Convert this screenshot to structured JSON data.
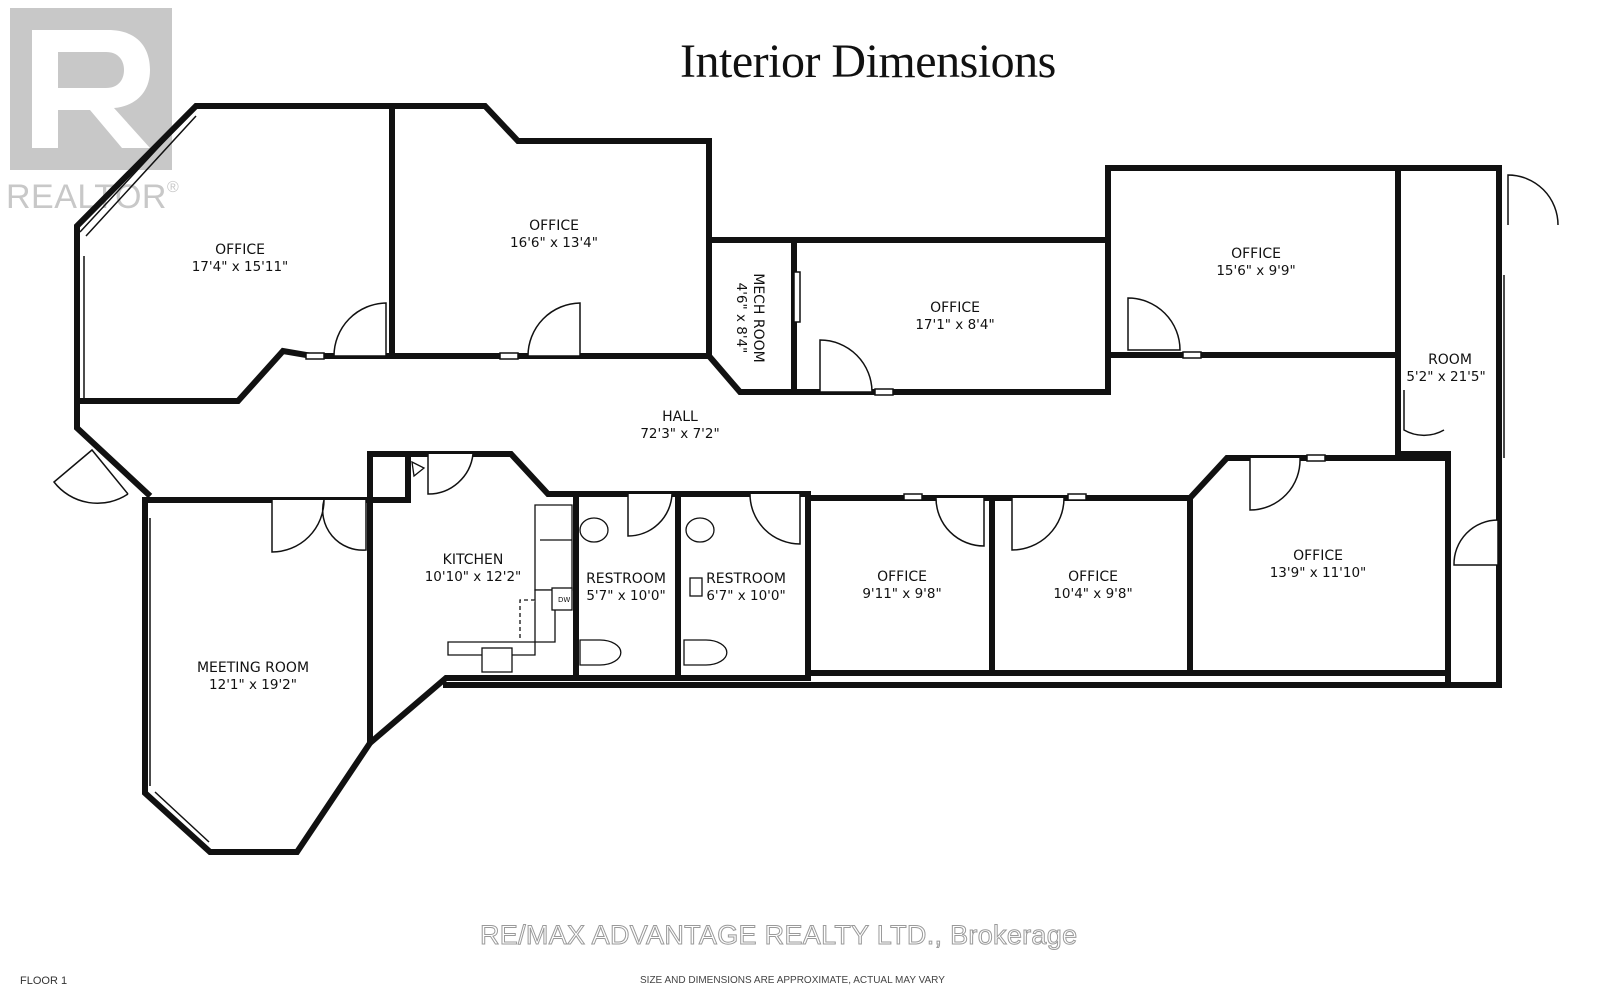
{
  "title": "Interior Dimensions",
  "logo": {
    "text": "REALTOR",
    "mark": "®"
  },
  "rooms": {
    "office_a": {
      "name": "OFFICE",
      "dims": "17'4\" x 15'11\""
    },
    "office_b": {
      "name": "OFFICE",
      "dims": "16'6\" x 13'4\""
    },
    "mech": {
      "name": "MECH ROOM",
      "dims": "4'6\" x 8'4\""
    },
    "office_c": {
      "name": "OFFICE",
      "dims": "17'1\" x 8'4\""
    },
    "office_d": {
      "name": "OFFICE",
      "dims": "15'6\" x 9'9\""
    },
    "room": {
      "name": "ROOM",
      "dims": "5'2\" x 21'5\""
    },
    "hall": {
      "name": "HALL",
      "dims": "72'3\" x 7'2\""
    },
    "meeting": {
      "name": "MEETING ROOM",
      "dims": "12'1\" x 19'2\""
    },
    "kitchen": {
      "name": "KITCHEN",
      "dims": "10'10\" x 12'2\""
    },
    "restroom_a": {
      "name": "RESTROOM",
      "dims": "5'7\" x 10'0\""
    },
    "restroom_b": {
      "name": "RESTROOM",
      "dims": "6'7\" x 10'0\""
    },
    "office_e": {
      "name": "OFFICE",
      "dims": "9'11\" x 9'8\""
    },
    "office_f": {
      "name": "OFFICE",
      "dims": "10'4\" x 9'8\""
    },
    "office_g": {
      "name": "OFFICE",
      "dims": "13'9\" x 11'10\""
    }
  },
  "appliance_label": "DW",
  "floor_label": "FLOOR 1",
  "watermark": "RE/MAX ADVANTAGE REALTY LTD., Brokerage",
  "disclaimer": "SIZE AND DIMENSIONS ARE APPROXIMATE, ACTUAL MAY VARY"
}
